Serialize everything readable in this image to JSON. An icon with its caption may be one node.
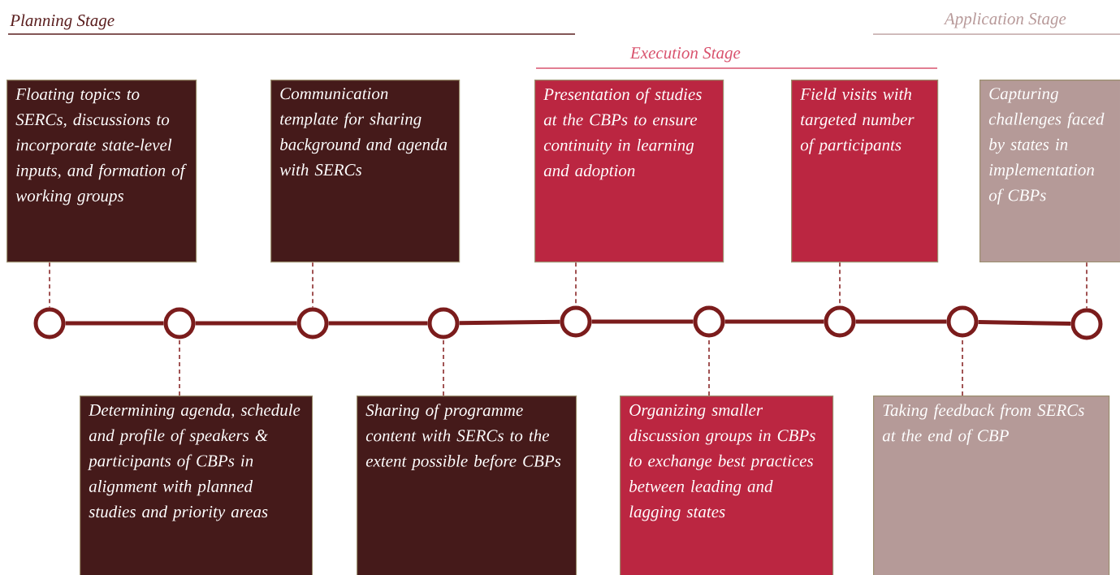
{
  "diagram": {
    "nodes": [
      {
        "text": [
          "Floating topics to SERCs, discussions to incorporate state-level inputs, and formation of working groups"
        ]
      },
      {
        "text": [
          "Communication template for sharing background and agenda with SERCs"
        ]
      },
      {
        "text": [
          "Presentation of studies at the CBPs to ensure continuity in learning and adoption"
        ]
      },
      {
        "text": [
          "Field visits with targeted number of participants"
        ]
      },
      {
        "text": [
          "Capturing challenges faced by states in implementation of CBPs"
        ]
      },
      {
        "text": [
          "Determining agenda, schedule and profile of speakers & participants of CBPs in alignment with planned studies and priority areas"
        ]
      },
      {
        "text": [
          "Sharing of programme content with SERCs to the extent possible before CBPs"
        ]
      },
      {
        "text": [
          "Organizing smaller discussion groups in CBPs to exchange best practices between leading and lagging states"
        ]
      },
      {
        "text": [
          "Taking feedback from SERCs at the end of CBP"
        ]
      },
      {
        "text": [],
        "shape": "circle"
      },
      {
        "text": [],
        "shape": "circle"
      },
      {
        "text": [],
        "shape": "circle"
      },
      {
        "text": [],
        "shape": "circle"
      },
      {
        "text": [],
        "shape": "circle"
      },
      {
        "text": [],
        "shape": "circle"
      },
      {
        "text": [],
        "shape": "circle"
      },
      {
        "text": [],
        "shape": "circle"
      },
      {
        "text": [],
        "shape": "circle"
      }
    ],
    "edges": [
      {
        "from": 9,
        "to": 10,
        "arrow": "none",
        "style": "thick"
      },
      {
        "from": 10,
        "to": 11,
        "arrow": "none",
        "style": "thick"
      },
      {
        "from": 11,
        "to": 12,
        "arrow": "none",
        "style": "thick"
      },
      {
        "from": 12,
        "to": 13,
        "arrow": "none",
        "style": "thick"
      },
      {
        "from": 13,
        "to": 14,
        "arrow": "none",
        "style": "thick"
      },
      {
        "from": 14,
        "to": 15,
        "arrow": "none",
        "style": "thick"
      },
      {
        "from": 15,
        "to": 16,
        "arrow": "none",
        "style": "thick"
      },
      {
        "from": 16,
        "to": 17,
        "arrow": "none",
        "style": "thick"
      },
      {
        "from": 0,
        "to": 9,
        "arrow": "none",
        "style": "dashed"
      },
      {
        "from": 5,
        "to": 10,
        "arrow": "none",
        "style": "dashed"
      },
      {
        "from": 1,
        "to": 11,
        "arrow": "none",
        "style": "dashed"
      },
      {
        "from": 6,
        "to": 12,
        "arrow": "none",
        "style": "dashed"
      },
      {
        "from": 2,
        "to": 13,
        "arrow": "none",
        "style": "dashed"
      },
      {
        "from": 7,
        "to": 14,
        "arrow": "none",
        "style": "dashed"
      },
      {
        "from": 3,
        "to": 15,
        "arrow": "none",
        "style": "dashed"
      },
      {
        "from": 8,
        "to": 16,
        "arrow": "none",
        "style": "dashed"
      },
      {
        "from": 4,
        "to": 17,
        "arrow": "none",
        "style": "dashed"
      }
    ],
    "labels": [
      "Planning Stage",
      "Application Stage",
      "Execution Stage"
    ]
  }
}
